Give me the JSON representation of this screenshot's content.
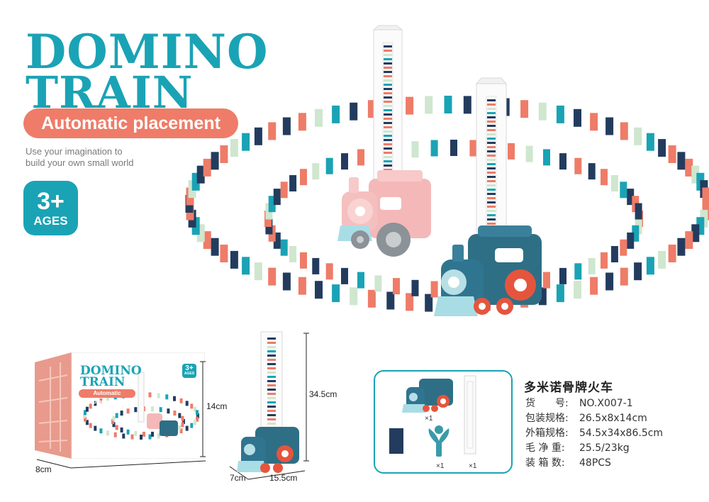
{
  "hero": {
    "title_line1": "DOMINO",
    "title_line2": "TRAIN",
    "subtitle": "Automatic placement",
    "tagline_line1": "Use your imagination to",
    "tagline_line2": "build your own small world",
    "age_number": "3+",
    "age_label": "AGES"
  },
  "box": {
    "title_line1": "DOMINO",
    "title_line2": "TRAIN",
    "subtitle": "Automatic placement",
    "age_number": "3+",
    "age_label": "AGES",
    "height_label": "14cm",
    "depth_label": "8cm"
  },
  "product": {
    "height_label": "34.5cm",
    "depth_label": "7cm",
    "width_label": "15.5cm"
  },
  "contents": {
    "train_qty": "×1",
    "tower_qty": "×1",
    "tree_qty": "×1"
  },
  "specs": {
    "name": "多米诺骨牌火车",
    "rows": [
      {
        "key": "货　　号:",
        "value": "NO.X007-1"
      },
      {
        "key": "包装规格:",
        "value": "26.5x8x14cm"
      },
      {
        "key": "外箱规格:",
        "value": "54.5x34x86.5cm"
      },
      {
        "key": "毛 净 重:",
        "value": "25.5/23kg"
      },
      {
        "key": "装 箱 数:",
        "value": "48PCS"
      }
    ]
  },
  "colors": {
    "teal": "#1aa3b5",
    "coral": "#ee7c68",
    "navy": "#233c5e",
    "mint": "#cfe6cf",
    "pink": "#f6c3c3",
    "train_teal": "#2e6f86"
  }
}
